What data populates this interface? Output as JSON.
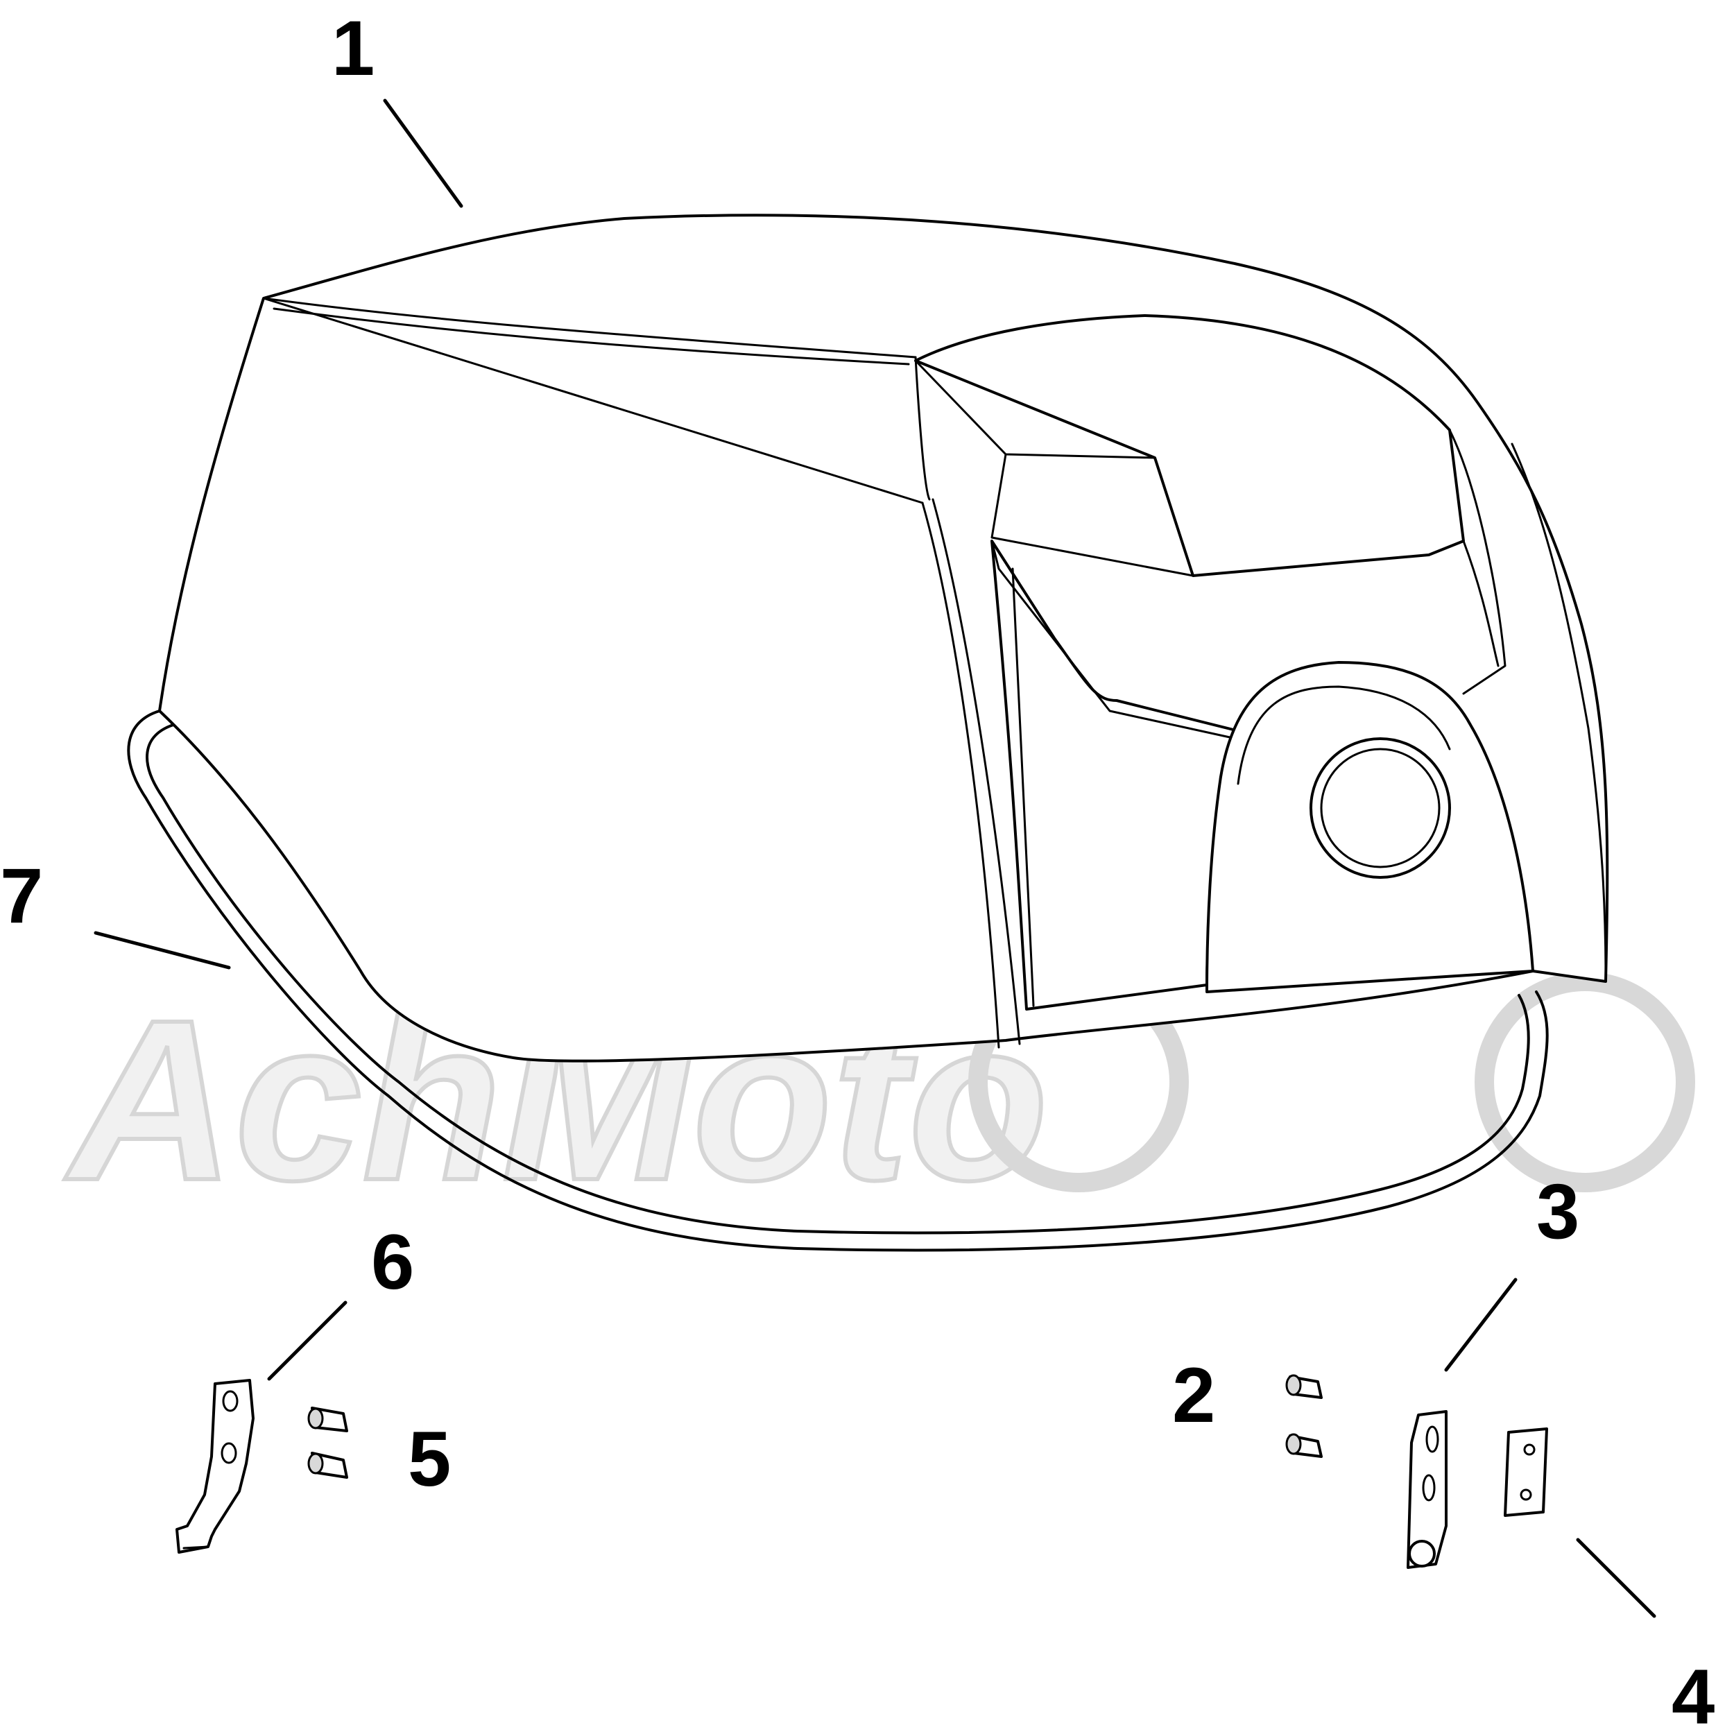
{
  "diagram": {
    "callouts": [
      {
        "id": "1",
        "label": "1"
      },
      {
        "id": "2",
        "label": "2"
      },
      {
        "id": "3",
        "label": "3"
      },
      {
        "id": "4",
        "label": "4"
      },
      {
        "id": "5",
        "label": "5"
      },
      {
        "id": "6",
        "label": "6"
      },
      {
        "id": "7",
        "label": "7"
      }
    ],
    "watermark": {
      "text": "AchMoto",
      "color": "#f1f1f1"
    },
    "line_color": "#000000"
  }
}
